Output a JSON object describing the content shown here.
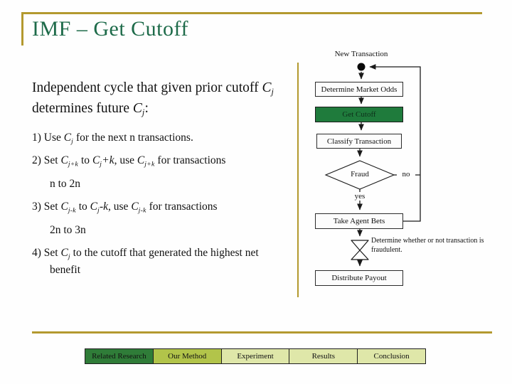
{
  "colors": {
    "gold": "#B3992F",
    "title_green": "#1E6B4A",
    "node_green": "#1F7B3C",
    "node_green_text": "#0D2F1A",
    "tab_dark": "#2F7C38",
    "tab_medium": "#B2C44A",
    "tab_light": "#DFE7A9",
    "line": "#1A1A1A"
  },
  "title": "IMF – Get Cutoff",
  "body": {
    "intro": {
      "segments": [
        {
          "t": "Independent cycle that given prior cutoff "
        },
        {
          "t": "C",
          "v": "i"
        },
        {
          "t": "j",
          "v": "sub"
        },
        {
          "t": " determines future "
        },
        {
          "t": "C",
          "v": "i"
        },
        {
          "t": "j",
          "v": "sub"
        },
        {
          "t": ":"
        }
      ]
    },
    "items": [
      {
        "segments": [
          {
            "t": "1) Use "
          },
          {
            "t": "C",
            "v": "i"
          },
          {
            "t": "j",
            "v": "sub"
          },
          {
            "t": " for the next n transactions."
          }
        ]
      },
      {
        "segments": [
          {
            "t": "2) Set "
          },
          {
            "t": "C",
            "v": "i"
          },
          {
            "t": "j+k",
            "v": "sub"
          },
          {
            "t": " to "
          },
          {
            "t": "C",
            "v": "i"
          },
          {
            "t": "j",
            "v": "sub"
          },
          {
            "t": "+k",
            "v": "i"
          },
          {
            "t": ", use "
          },
          {
            "t": "C",
            "v": "i"
          },
          {
            "t": "j+k",
            "v": "sub"
          },
          {
            "t": " for transactions"
          }
        ],
        "cont": "n to 2n"
      },
      {
        "segments": [
          {
            "t": "3) Set "
          },
          {
            "t": "C",
            "v": "i"
          },
          {
            "t": "j-k",
            "v": "sub"
          },
          {
            "t": " to "
          },
          {
            "t": "C",
            "v": "i"
          },
          {
            "t": "j",
            "v": "sub"
          },
          {
            "t": "-k",
            "v": "i"
          },
          {
            "t": ", use "
          },
          {
            "t": "C",
            "v": "i"
          },
          {
            "t": "j-k",
            "v": "sub"
          },
          {
            "t": " for transactions"
          }
        ],
        "cont": "2n to 3n"
      },
      {
        "segments": [
          {
            "t": "4) Set "
          },
          {
            "t": "C",
            "v": "i"
          },
          {
            "t": "j",
            "v": "sub"
          },
          {
            "t": " to the cutoff that generated the highest net benefit"
          }
        ]
      }
    ]
  },
  "flowchart": {
    "start_label": "New Transaction",
    "node_market_odds": "Determine Market Odds",
    "node_get_cutoff": "Get Cutoff",
    "node_classify": "Classify Transaction",
    "decision_fraud": "Fraud",
    "branch_yes": "yes",
    "branch_no": "no",
    "node_take_bets": "Take Agent Bets",
    "note": "Determine whether or not transaction is fraudulent.",
    "node_distribute": "Distribute Payout"
  },
  "footer": {
    "tabs": [
      {
        "label": "Related Research",
        "state": "dark"
      },
      {
        "label": "Our Method",
        "state": "medium"
      },
      {
        "label": "Experiment",
        "state": "light"
      },
      {
        "label": "Results",
        "state": "light"
      },
      {
        "label": "Conclusion",
        "state": "light"
      }
    ]
  }
}
